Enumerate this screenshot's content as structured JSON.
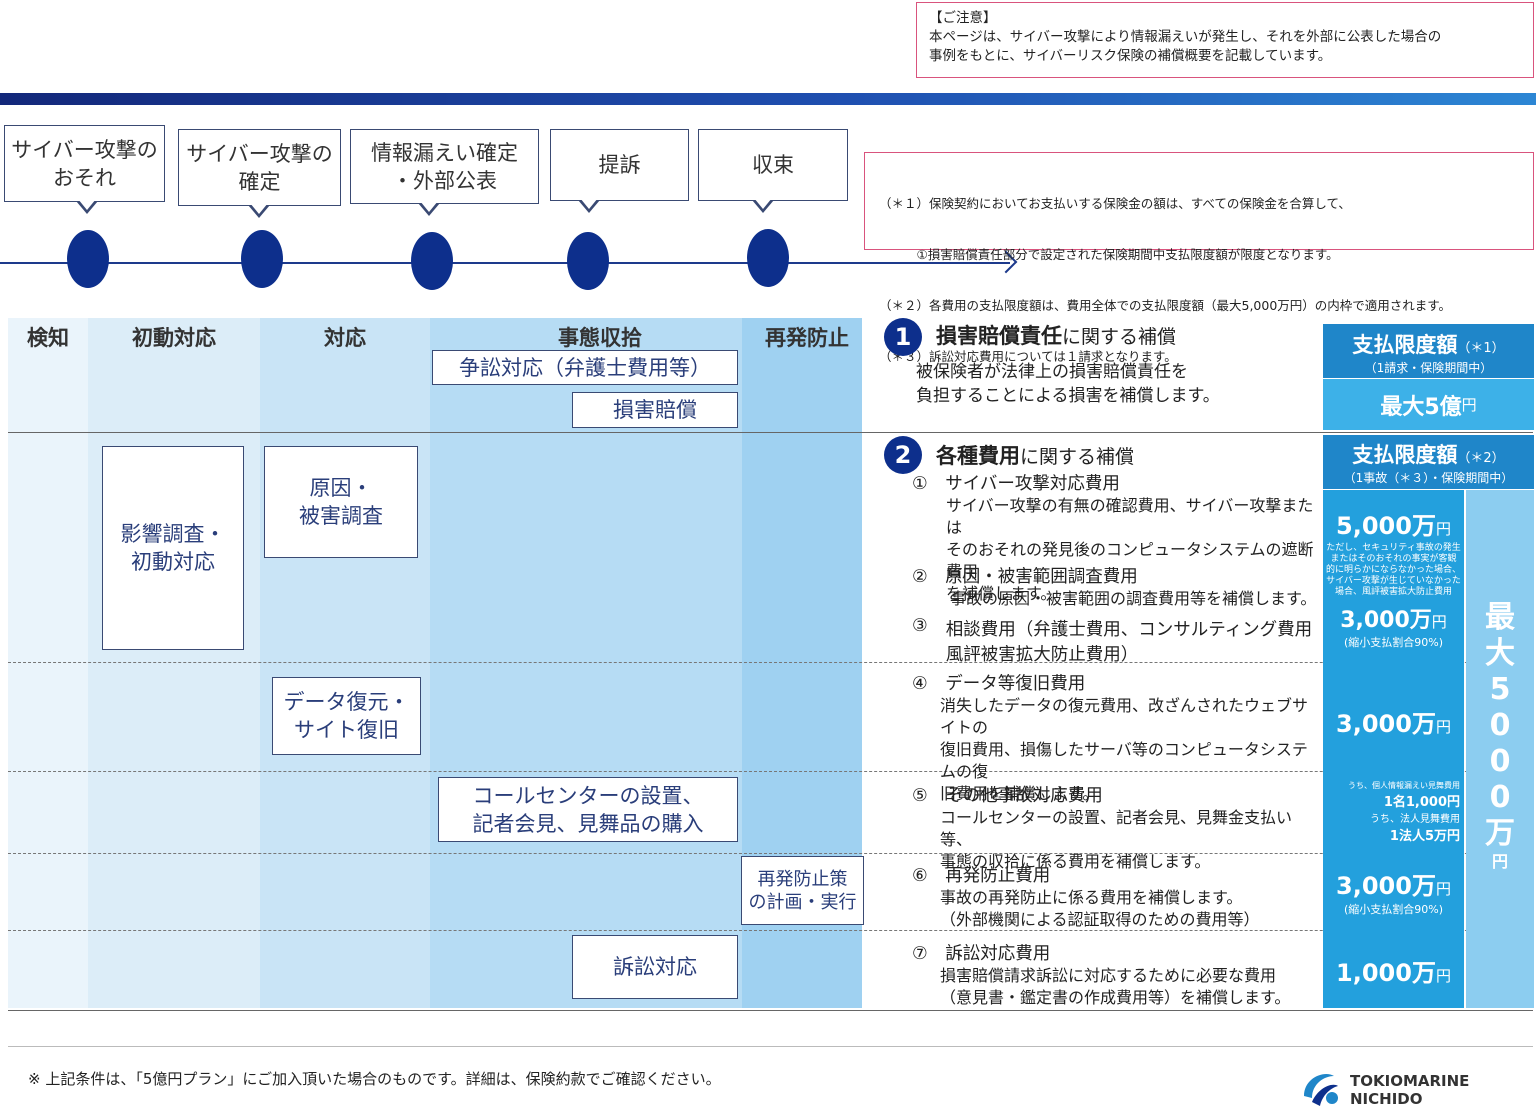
{
  "notice": {
    "title": "【ご注意】",
    "body": "本ページは、サイバー攻撃により情報漏えいが発生し、それを外部に公表した場合の\n事例をもとに、サイバーリスク保険の補償概要を記載しています。"
  },
  "timeline": {
    "steps": [
      {
        "label": "サイバー攻撃の\nおそれ"
      },
      {
        "label": "サイバー攻撃の\n確定"
      },
      {
        "label": "情報漏えい確定\n・外部公表"
      },
      {
        "label": "提訴"
      },
      {
        "label": "収束"
      }
    ]
  },
  "notes": [
    "（＊１）保険契約においてお支払いする保険金の額は、すべての保険金を合算して、",
    "　　　①損害賠償責任部分で設定された保険期間中支払限度額が限度となります。",
    "（＊２）各費用の支払限度額は、費用全体での支払限度額（最大5,000万円）の内枠で適用されます。",
    "（＊３）訴訟対応費用については１請求となります。"
  ],
  "columns": [
    "検知",
    "初動対応",
    "対応",
    "事態収拾",
    "再発防止"
  ],
  "phase_boxes": {
    "dispute": "争訟対応（弁護士費用等）",
    "damages": "損害賠償",
    "initial": "影響調査・\n初動対応",
    "cause": "原因・\n被害調査",
    "restore": "データ復元・\nサイト復旧",
    "callcenter": "コールセンターの設置、\n記者会見、見舞品の購入",
    "prevention": "再発防止策\nの計画・実行",
    "lawsuit": "訴訟対応"
  },
  "section1": {
    "num": "1",
    "title_bold": "損害賠償責任",
    "title_rest": "に関する補償",
    "desc": "被保険者が法律上の損害賠償責任を\n負担することによる損害を補償します。",
    "limit_head": "支払限度額",
    "limit_note": "（＊1）",
    "limit_sub": "（1請求・保険期間中）",
    "limit_value": "最大5億",
    "limit_unit": "円"
  },
  "section2": {
    "num": "2",
    "title_bold": "各種費用",
    "title_rest": "に関する補償",
    "limit_head": "支払限度額",
    "limit_note": "（＊2）",
    "limit_sub": "（1事故（＊３）・保険期間中）",
    "total_vertical": [
      "最",
      "大",
      "5",
      "0",
      "0",
      "0",
      "万"
    ],
    "total_unit": "円",
    "items": [
      {
        "num": "①",
        "title": "サイバー攻撃対応費用",
        "desc": "サイバー攻撃の有無の確認費用、サイバー攻撃または\nそのおそれの発見後のコンピュータシステムの遮断費用\nを補償します。"
      },
      {
        "num": "②",
        "title": "原因・被害範囲調査費用",
        "desc": "事故の原因・被害範囲の調査費用等を補償します。"
      },
      {
        "num": "③",
        "title": "相談費用（弁護士費用、コンサルティング費用\n風評被害拡大防止費用）",
        "desc": ""
      },
      {
        "num": "④",
        "title": "データ等復旧費用",
        "desc": "消失したデータの復元費用、改ざんされたウェブサイトの\n復旧費用、損傷したサーバ等のコンピュータシステムの復\n旧費用を補償します。"
      },
      {
        "num": "⑤",
        "title": "その他事故対応費用",
        "desc": "コールセンターの設置、記者会見、見舞金支払い等、\n事態の収拾に係る費用を補償します。"
      },
      {
        "num": "⑥",
        "title": "再発防止費用",
        "desc": "事故の再発防止に係る費用を補償します。\n（外部機関による認証取得のための費用等）"
      },
      {
        "num": "⑦",
        "title": "訴訟対応費用",
        "desc": "損害賠償請求訴訟に対応するために必要な費用\n（意見書・鑑定書の作成費用等）を補償します。"
      }
    ],
    "limits": {
      "a_value": "5,000万",
      "a_unit": "円",
      "a_note": "ただし、セキュリティ事故の発生\nまたはそのおそれの事実が客観\n的に明らかにならなかった場合、\nサイバー攻撃が生じていなかった\n場合、風評被害拡大防止費用",
      "b_value": "3,000万",
      "b_unit": "円",
      "b_note": "(縮小支払割合90%)",
      "c_value": "3,000万",
      "c_unit": "円",
      "d_line1": "うち、個人情報漏えい見舞費用",
      "d_line2": "1名1,000円",
      "d_line3": "うち、法人見舞費用",
      "d_line4": "1法人5万円",
      "e_value": "3,000万",
      "e_unit": "円",
      "e_note": "(縮小支払割合90%)",
      "f_value": "1,000万",
      "f_unit": "円"
    }
  },
  "footer": "※ 上記条件は、「5億円プラン」にご加入頂いた場合のものです。詳細は、保険約款でご確認ください。",
  "logo": {
    "line1": "TOKIOMARINE",
    "line2": "NICHIDO"
  },
  "colors": {
    "navy": "#0d2f8c",
    "limit_blue": "#23a0dd",
    "limit_head": "#1f86c9",
    "notice_border": "#d9537d"
  }
}
